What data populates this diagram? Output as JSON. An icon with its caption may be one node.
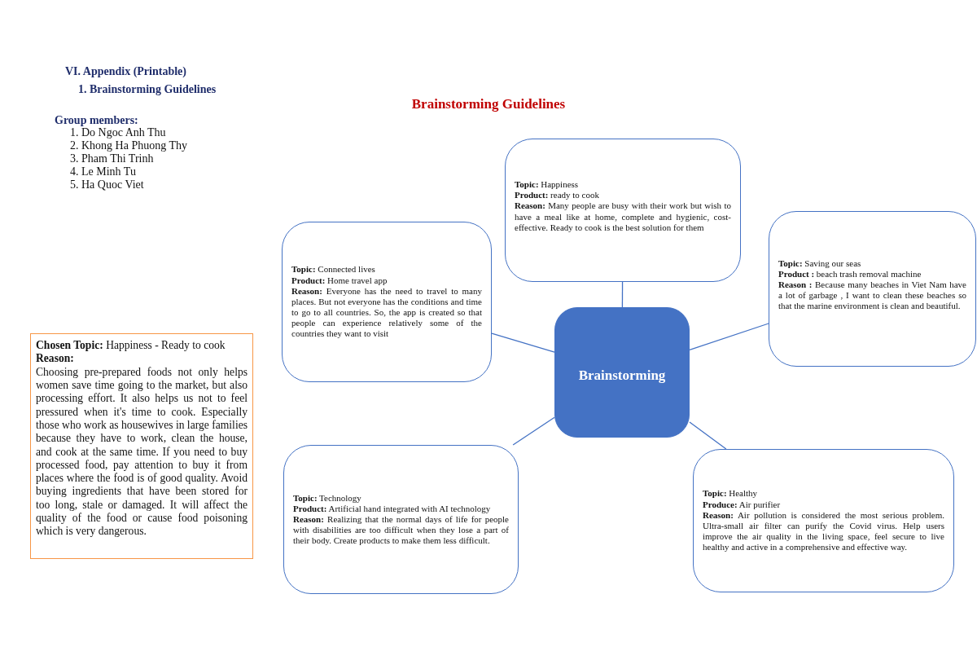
{
  "diagram": {
    "title": "Brainstorming Guidelines",
    "nodes": [
      {
        "text": [
          "Brainstorming"
        ]
      },
      {
        "text": [
          "**Topic:** Happiness",
          "**Product:** ready to cook",
          "**Reason:** Many people are busy with their work but wish to have a meal like at home, complete and hygienic, cost-effective.  Ready to cook is the best solution for them"
        ]
      },
      {
        "text": [
          "**Topic:** Connected lives",
          "**Product:** Home travel app",
          "**Reason:** Everyone has the need to travel to many places. But not everyone has the conditions and time to go to all countries. So, the app is created so that people can experience relatively some of the countries they want to visit"
        ]
      },
      {
        "text": [
          "**Topic:** Saving our seas",
          "**Product :** beach trash removal machine",
          "**Reason  :** Because many beaches in Viet Nam have a lot of garbage , I  want to clean these beaches so that the marine environment is clean and beautiful."
        ]
      },
      {
        "text": [
          "**Topic:** Technology",
          "**Product:** Artificial hand integrated with AI technology",
          "**Reason:** Realizing that the normal days of life for people with disabilities are too difficult when they lose a part of their body. Create products to make them less difficult."
        ]
      },
      {
        "text": [
          "**Topic:** Healthy",
          "**Produce:** Air purifier",
          "**Reason:** Air pollution is considered the most serious problem. Ultra-small air filter can purify the Covid virus. Help users improve the air quality in the living space, feel secure to live healthy and active in a comprehensive and effective way."
        ]
      },
      {
        "text": [
          "**Chosen Topic:** Happiness - Ready to cook",
          "Reason:",
          "Choosing pre-prepared foods not only helps women save time going to the market, but also processing effort. It also helps us not to feel pressured when it's time to cook. Especially those who work as housewives in large families because they have to work, clean the house, and cook at the same time. If you need to buy processed food, pay attention to buy it from places where the food is of good quality. Avoid buying ingredients that have been stored for too long, stale or damaged. It will affect the quality of the food or cause food poisoning which is very dangerous."
        ]
      }
    ],
    "edges": [
      {
        "from": 0,
        "to": 1,
        "arrow": "none"
      },
      {
        "from": 0,
        "to": 2,
        "arrow": "none"
      },
      {
        "from": 0,
        "to": 3,
        "arrow": "none"
      },
      {
        "from": 0,
        "to": 4,
        "arrow": "none"
      },
      {
        "from": 0,
        "to": 5,
        "arrow": "none"
      }
    ],
    "labels": [
      "VI. Appendix (Printable)",
      "1. Brainstorming Guidelines",
      "Group members:",
      "1. Do Ngoc Anh Thu",
      "2. Khong Ha Phuong Thy",
      "3. Pham Thi Trinh",
      "4. Le Minh Tu",
      "5. Ha Quoc Viet"
    ]
  }
}
